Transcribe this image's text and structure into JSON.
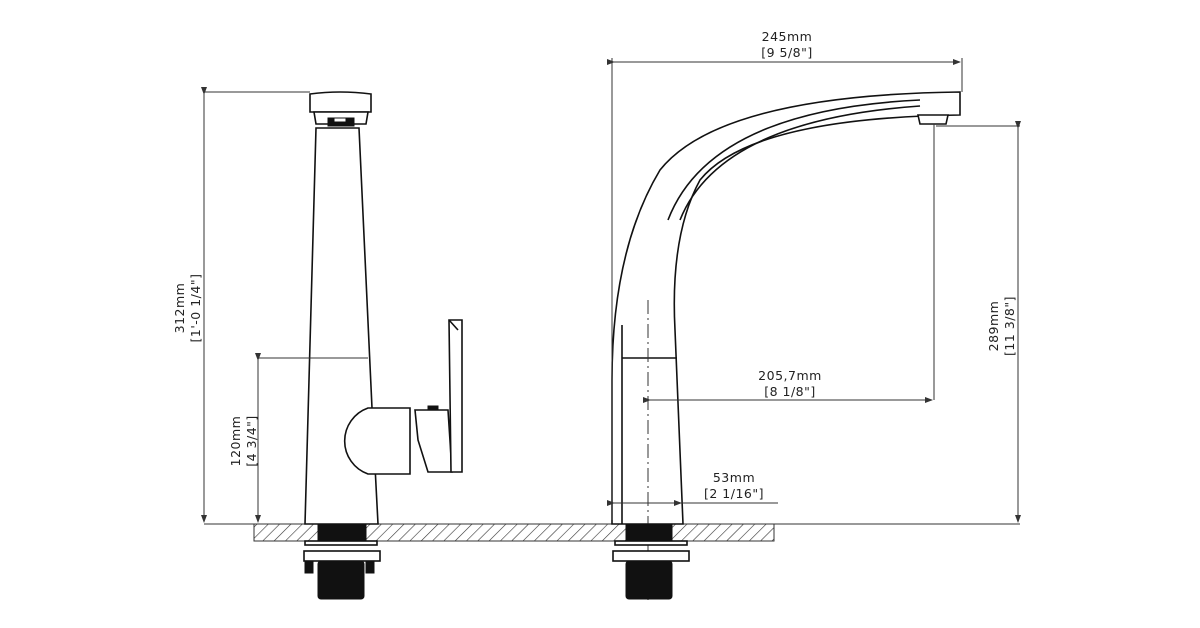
{
  "drawing": {
    "title": "Kitchen faucet technical drawing",
    "views": [
      "side-view",
      "front-view"
    ],
    "line_color": "#111111",
    "background": "#ffffff"
  },
  "dimensions": {
    "overall_height": {
      "metric": "312mm",
      "imperial": "[1'-0 1/4\"]"
    },
    "handle_height": {
      "metric": "120mm",
      "imperial": "[4 3/4\"]"
    },
    "spout_reach": {
      "metric": "245mm",
      "imperial": "[9 5/8\"]"
    },
    "spout_height": {
      "metric": "289mm",
      "imperial": "[11 3/8\"]"
    },
    "spout_projection": {
      "metric": "205,7mm",
      "imperial": "[8 1/8\"]"
    },
    "base_diameter": {
      "metric": "53mm",
      "imperial": "[2 1/16\"]"
    }
  }
}
